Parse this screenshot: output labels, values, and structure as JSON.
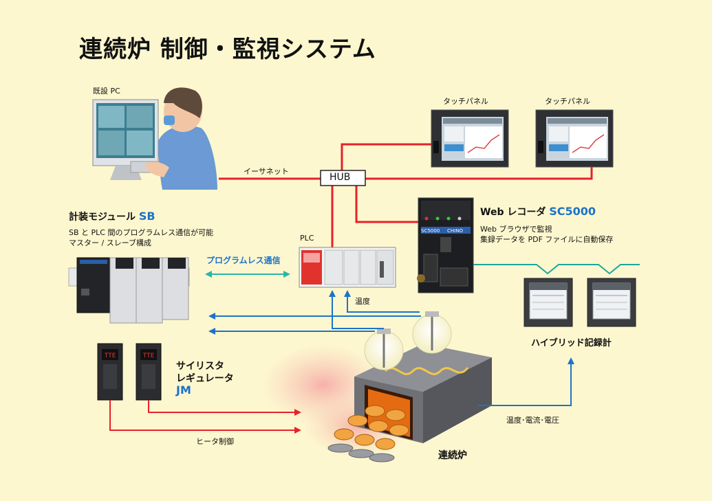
{
  "title": "連続炉 制御・監視システム",
  "labels": {
    "existing_pc": "既設 PC",
    "ethernet": "イーサネット",
    "hub": "HUB",
    "touch_panel_1": "タッチパネル",
    "touch_panel_2": "タッチパネル",
    "plc": "PLC",
    "web_recorder_prefix": "Web レコーダ",
    "web_recorder_model": "SC5000",
    "web_recorder_desc1": "Web ブラウザで監視",
    "web_recorder_desc2": "集録データを PDF ファイルに自動保存",
    "module_prefix": "計装モジュール",
    "module_model": "SB",
    "module_desc1": "SB と PLC 間のプログラムレス通信が可能",
    "module_desc2": "マスター / スレーブ構成",
    "programless": "プログラムレス通信",
    "temperature": "温度",
    "hybrid_recorder": "ハイブリッド記録計",
    "thyristor1": "サイリスタ",
    "thyristor2": "レギュレータ",
    "thyristor_model": "JM",
    "heater_control": "ヒータ制御",
    "temp_current_voltage": "温度･電流･電圧",
    "furnace": "連続炉"
  },
  "device_text": {
    "sc5000_panel": "SC5000",
    "sc5000_brand": "CHINO"
  },
  "colors": {
    "background": "#fdf7cf",
    "ethernet_line": "#e8202a",
    "signal_blue": "#1b73c9",
    "serial_line": "#2bb5a5",
    "analog_teal": "#1aa89a"
  }
}
